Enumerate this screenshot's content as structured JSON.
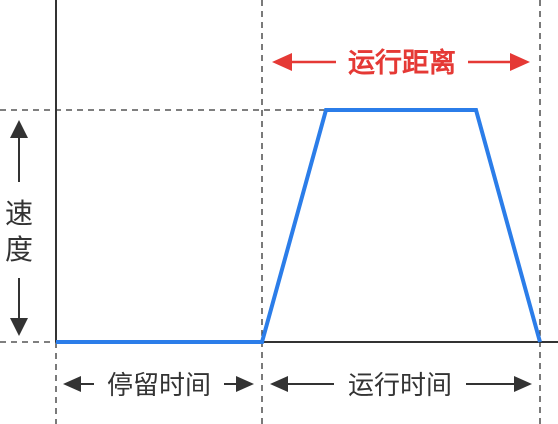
{
  "labels": {
    "distance": "运行距离",
    "speed_char_1": "速",
    "speed_char_2": "度",
    "dwell_time": "停留时间",
    "run_time": "运行时间"
  },
  "colors": {
    "profile": "#2b7de9",
    "distance_accent": "#e53935",
    "ink": "#333333",
    "background": "#ffffff"
  }
}
